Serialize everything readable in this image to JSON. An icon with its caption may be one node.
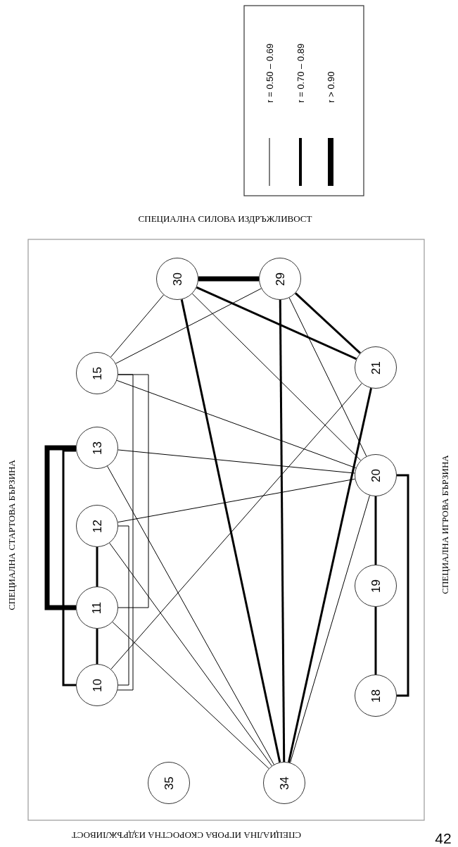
{
  "diagram": {
    "nodes": [
      {
        "text": [
          "30"
        ]
      },
      {
        "text": [
          "29"
        ]
      },
      {
        "text": [
          "15"
        ]
      },
      {
        "text": [
          "21"
        ]
      },
      {
        "text": [
          "13"
        ]
      },
      {
        "text": [
          "20"
        ]
      },
      {
        "text": [
          "12"
        ]
      },
      {
        "text": [
          "11"
        ]
      },
      {
        "text": [
          "19"
        ]
      },
      {
        "text": [
          "10"
        ]
      },
      {
        "text": [
          "18"
        ]
      },
      {
        "text": [
          "35"
        ]
      },
      {
        "text": [
          "34"
        ]
      }
    ],
    "edges": [
      {
        "from": 0,
        "to": 1,
        "arrow": "none",
        "style": "thick"
      },
      {
        "from": 4,
        "to": 7,
        "arrow": "none",
        "style": "thick"
      },
      {
        "from": 4,
        "to": 9,
        "arrow": "none",
        "style": "thick"
      },
      {
        "from": 7,
        "to": 6,
        "arrow": "none",
        "style": "thick"
      },
      {
        "from": 9,
        "to": 7,
        "arrow": "none",
        "style": "thick"
      },
      {
        "from": 0,
        "to": 3,
        "arrow": "none",
        "style": "thick"
      },
      {
        "from": 1,
        "to": 3,
        "arrow": "none",
        "style": "thick"
      },
      {
        "from": 0,
        "to": 12,
        "arrow": "none",
        "style": "thick"
      },
      {
        "from": 1,
        "to": 12,
        "arrow": "none",
        "style": "thick"
      },
      {
        "from": 3,
        "to": 12,
        "arrow": "none",
        "style": "thick"
      },
      {
        "from": 5,
        "to": 8,
        "arrow": "none",
        "style": "thick"
      },
      {
        "from": 8,
        "to": 10,
        "arrow": "none",
        "style": "thick"
      },
      {
        "from": 5,
        "to": 10,
        "arrow": "none",
        "style": "thick"
      },
      {
        "from": 2,
        "to": 0,
        "arrow": "none"
      },
      {
        "from": 2,
        "to": 1,
        "arrow": "none"
      },
      {
        "from": 2,
        "to": 5,
        "arrow": "none"
      },
      {
        "from": 2,
        "to": 7,
        "arrow": "none"
      },
      {
        "from": 2,
        "to": 9,
        "arrow": "none"
      },
      {
        "from": 6,
        "to": 9,
        "arrow": "none"
      },
      {
        "from": 4,
        "to": 5,
        "arrow": "none"
      },
      {
        "from": 4,
        "to": 12,
        "arrow": "none"
      },
      {
        "from": 6,
        "to": 5,
        "arrow": "none"
      },
      {
        "from": 6,
        "to": 12,
        "arrow": "none"
      },
      {
        "from": 7,
        "to": 12,
        "arrow": "none"
      },
      {
        "from": 9,
        "to": 3,
        "arrow": "none"
      },
      {
        "from": 0,
        "to": 5,
        "arrow": "none"
      },
      {
        "from": 1,
        "to": 5,
        "arrow": "none"
      },
      {
        "from": 5,
        "to": 12,
        "arrow": "none"
      }
    ],
    "labels": [
      "СПЕЦИАЛНА СИЛОВА ИЗДРЪЖЛИВОСТ",
      "СПЕЦИАЛНА СТАРТОВА БЪРЗИНА",
      "СПЕЦИАЛНА ИГРОВА БЪРЗИНА",
      "СПЕЦИАЛНА ИГРОВА СКОРОСТНА ИЗДРЪЖЛИВОСТ",
      "42"
    ],
    "legend": [
      {
        "text": "r = 0.50 – 0.69"
      },
      {
        "text": "r = 0.70 – 0.89"
      },
      {
        "text": "r > 0.90"
      }
    ]
  }
}
